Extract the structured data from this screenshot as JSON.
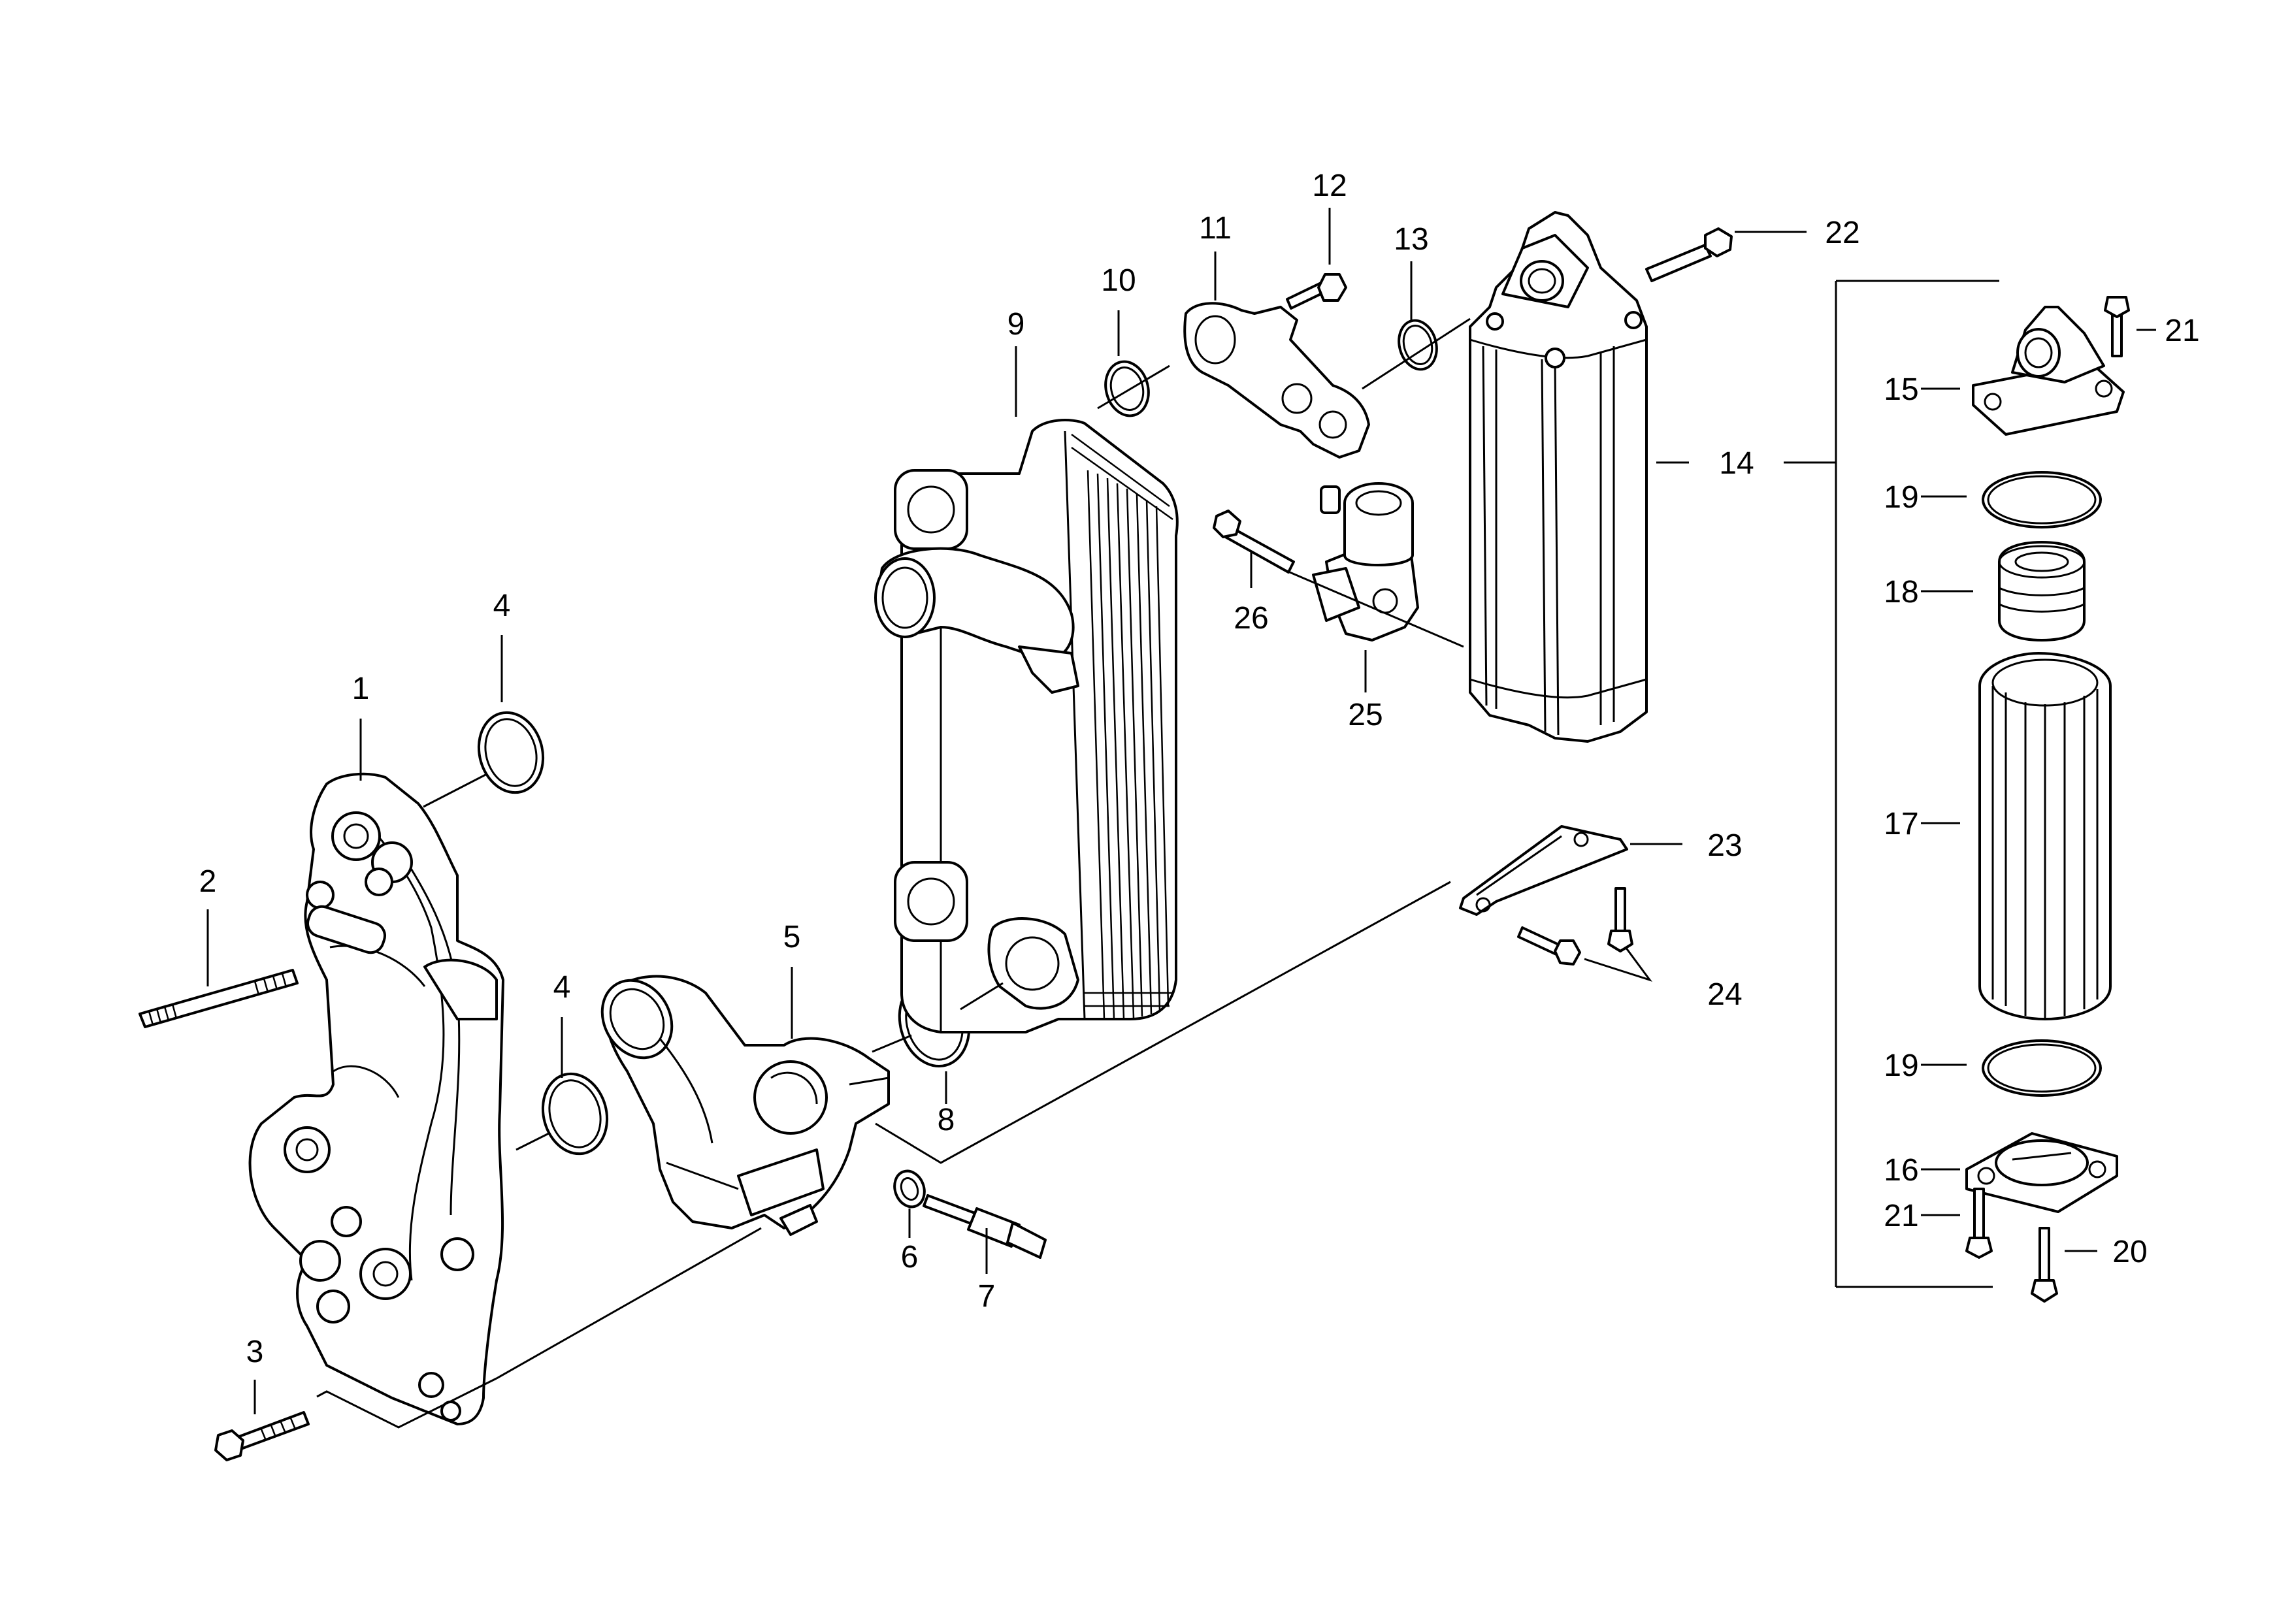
{
  "diagram": {
    "callouts": {
      "c1": "1",
      "c2": "2",
      "c3": "3",
      "c4a": "4",
      "c4b": "4",
      "c5": "5",
      "c6": "6",
      "c7": "7",
      "c8": "8",
      "c9": "9",
      "c10": "10",
      "c11": "11",
      "c12": "12",
      "c13": "13",
      "c14": "14",
      "c15": "15",
      "c16": "16",
      "c17": "17",
      "c18": "18",
      "c19a": "19",
      "c19b": "19",
      "c20": "20",
      "c21a": "21",
      "c21b": "21",
      "c22": "22",
      "c23": "23",
      "c24": "24",
      "c25": "25",
      "c26": "26"
    }
  }
}
